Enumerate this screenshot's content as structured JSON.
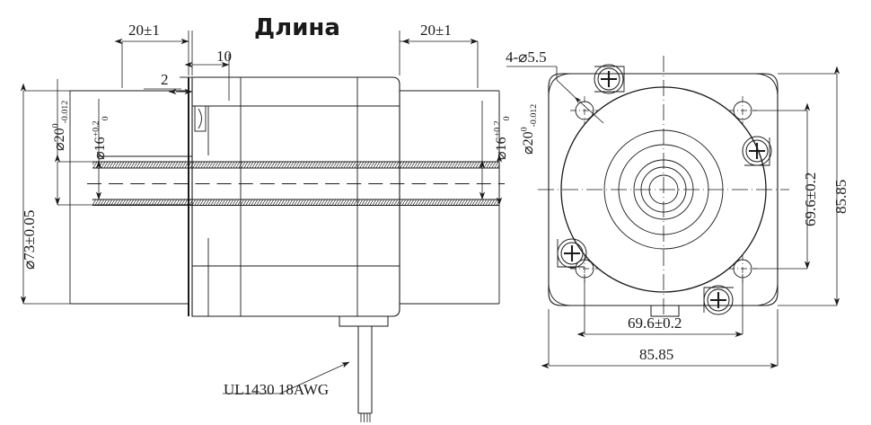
{
  "drawing": {
    "title": "Длина",
    "units": "mm",
    "line_color": "#1a1a1a"
  },
  "left_view": {
    "name": "side-section-view",
    "dimensions": {
      "front_flange_length": "20±1",
      "rear_length": "20±1",
      "boss_length": "10",
      "step_thickness": "2",
      "flange_diameter_main": "73±0.05",
      "flange_diameter_main_prefix": "⌀",
      "pilot_20_value": "20",
      "pilot_20_upper": "0",
      "pilot_20_lower": "-0.012",
      "shaft_16_value": "16",
      "shaft_16_upper": "+0.2",
      "shaft_16_lower": "0",
      "dia_symbol": "⌀"
    },
    "cable_label": "UL1430  18AWG"
  },
  "right_view": {
    "name": "front-face-view",
    "dimensions": {
      "hole_callout": "4-⌀5.5",
      "bolt_circle_vertical": "69.6±0.2",
      "bolt_circle_horizontal": "69.6±0.2",
      "body_height": "85.85",
      "body_width": "85.85"
    }
  }
}
